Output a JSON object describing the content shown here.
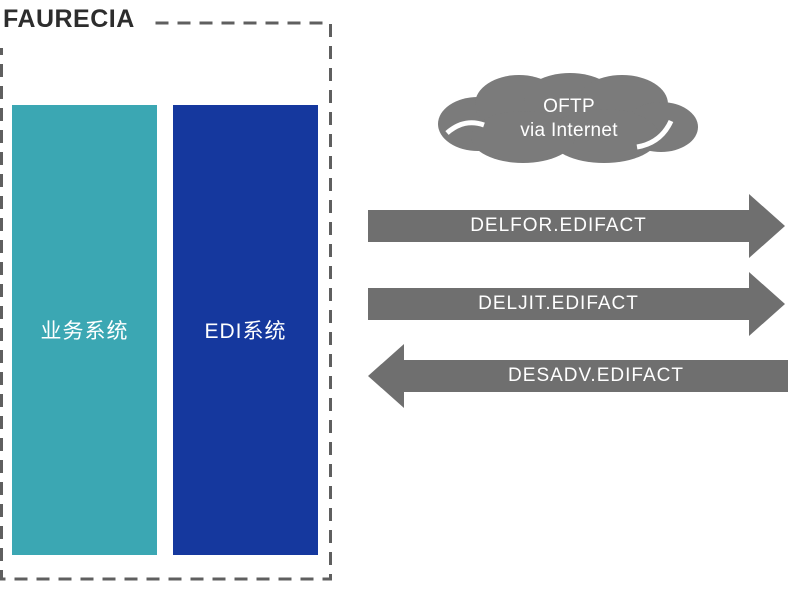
{
  "company": {
    "name": "FAURECIA"
  },
  "systems": [
    {
      "label": "业务系统",
      "color": "#3BA7B3"
    },
    {
      "label": "EDI系统",
      "color": "#15389E"
    }
  ],
  "cloud": {
    "line1": "OFTP",
    "line2": "via Internet",
    "color": "#7B7B7B"
  },
  "arrows": [
    {
      "label": "DELFOR.EDIFACT",
      "direction": "right"
    },
    {
      "label": "DELJIT.EDIFACT",
      "direction": "right"
    },
    {
      "label": "DESADV.EDIFACT",
      "direction": "left"
    }
  ],
  "colors": {
    "arrow_gray": "#6F6F6F",
    "boundary_dash_gray": "#5F5F5F",
    "title_text": "#2D2D2D",
    "label_text": "#FFFFFF"
  }
}
